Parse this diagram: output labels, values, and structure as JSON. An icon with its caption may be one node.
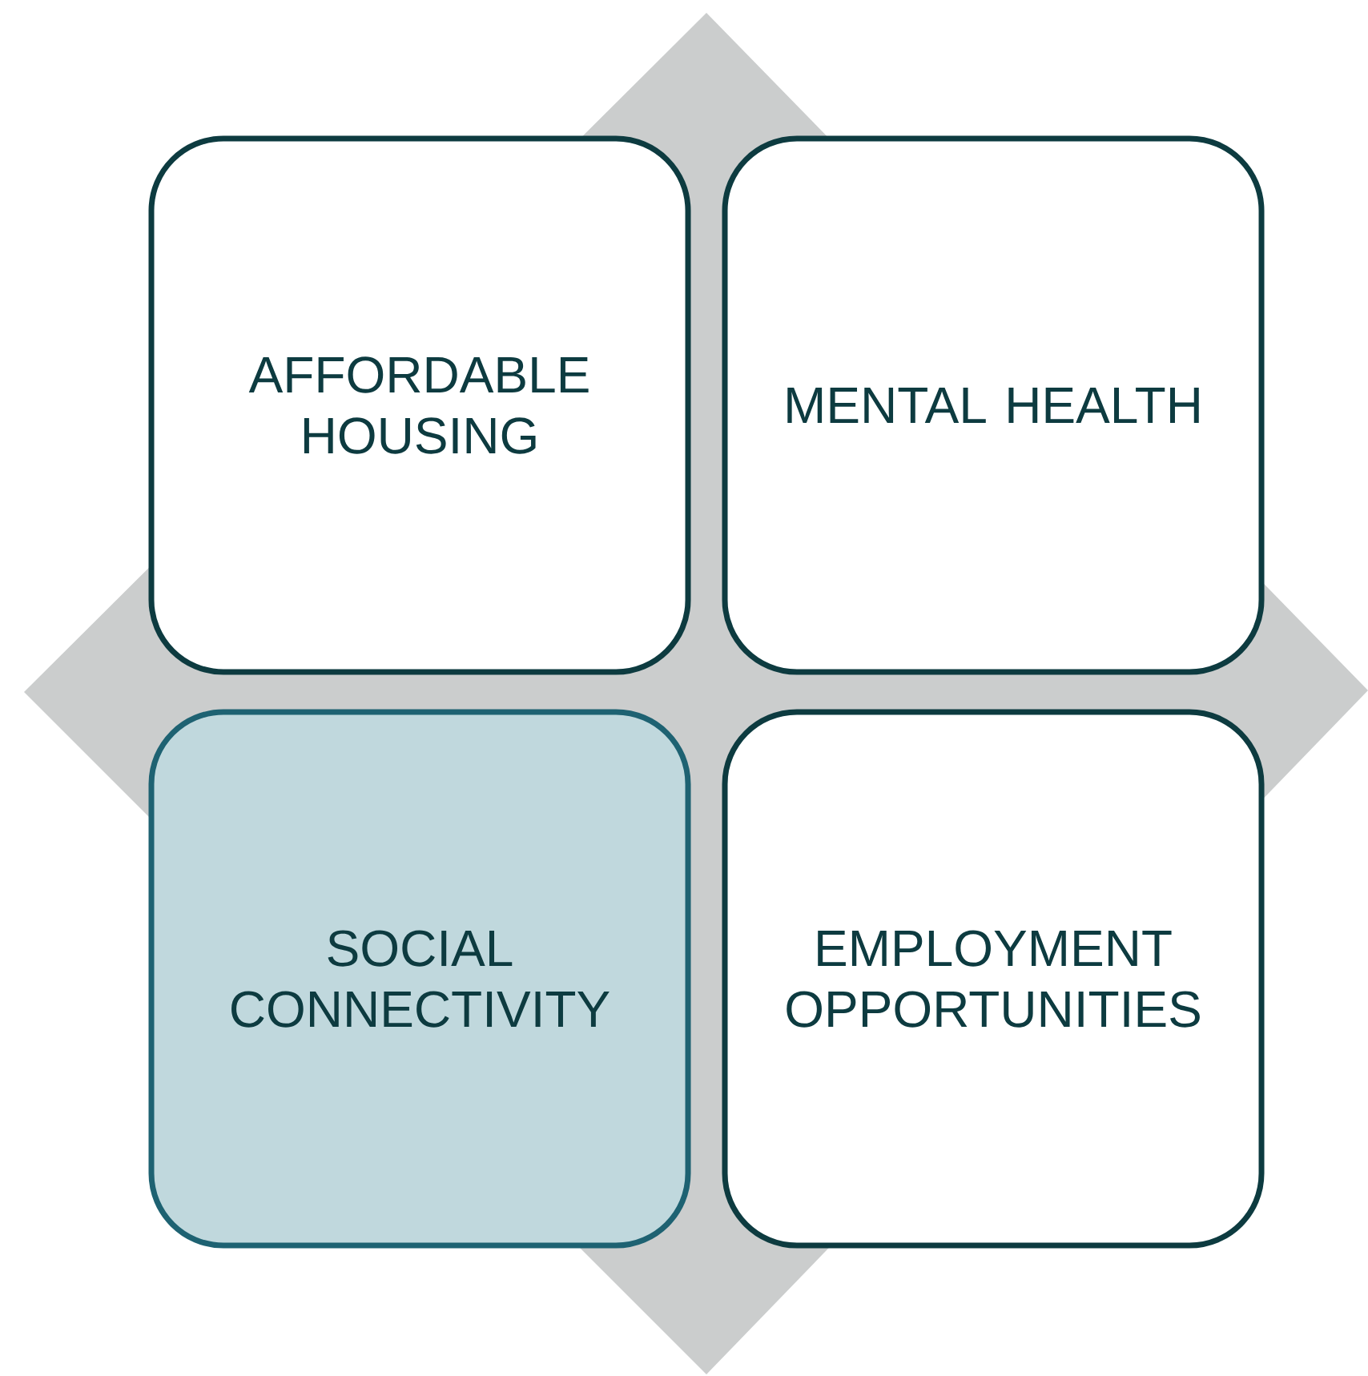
{
  "diagram": {
    "nodes": [
      {
        "text": [
          "AFFORDABLE HOUSING"
        ]
      },
      {
        "text": [
          "MENTAL HEALTH"
        ]
      },
      {
        "text": [
          "SOCIAL CONNECTIVITY"
        ]
      },
      {
        "text": [
          "EMPLOYMENT OPPORTUNITIES"
        ]
      }
    ]
  }
}
